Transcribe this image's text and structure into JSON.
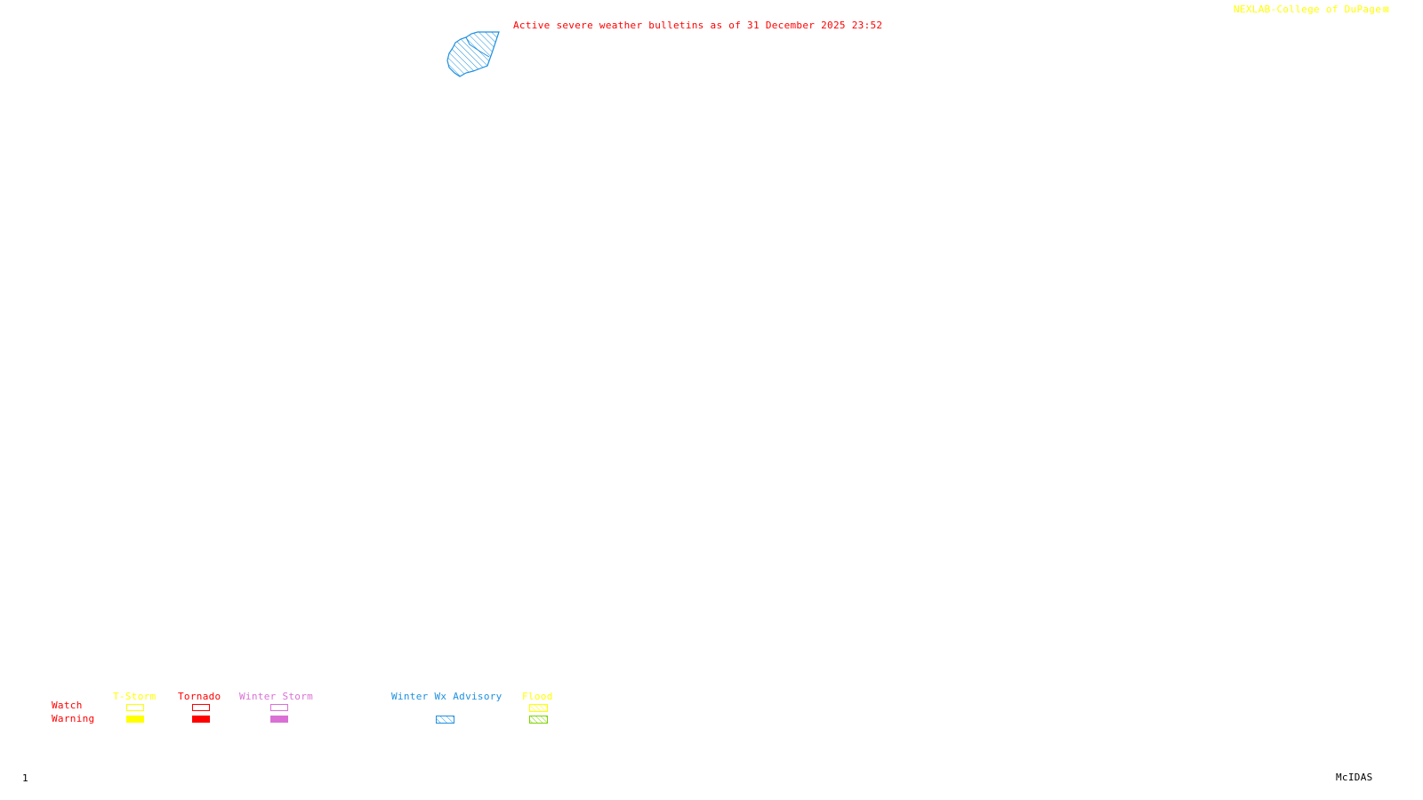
{
  "header": {
    "title": "Active severe weather bulletins as of 31 December 2025 23:52",
    "credit": "NEXLAB-College of DuPage",
    "credit_icon": "nexlab-logo-icon"
  },
  "colors": {
    "title": "#ff0000",
    "credit": "#ffff00",
    "tstorm": "#ffff00",
    "tornado": "#ff0000",
    "winter_storm": "#da70d6",
    "winter_wx_advisory": "#1e90e0",
    "flood_watch": "#ffff00",
    "flood_warning": "#7cd400"
  },
  "legend": {
    "row_labels": {
      "watch": "Watch",
      "warning": "Warning"
    },
    "categories": [
      {
        "label": "T-Storm",
        "watch": "outline",
        "warning": "filled"
      },
      {
        "label": "Tornado",
        "watch": "outline",
        "warning": "filled"
      },
      {
        "label": "Winter Storm",
        "watch": "outline",
        "warning": "filled"
      },
      {
        "label": "Winter Wx Advisory",
        "watch": "none",
        "warning": "hatched"
      },
      {
        "label": "Flood",
        "watch": "hatched",
        "warning": "hatched"
      }
    ]
  },
  "map": {
    "active_areas": [
      {
        "type": "Winter Wx Advisory",
        "style": "hatched"
      }
    ]
  },
  "footer": {
    "frame_number": "1",
    "software": "McIDAS"
  }
}
